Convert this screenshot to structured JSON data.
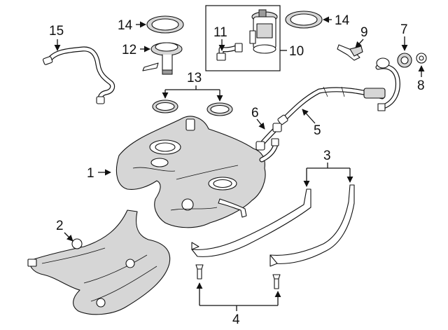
{
  "callouts": {
    "c1": "1",
    "c2": "2",
    "c3": "3",
    "c4": "4",
    "c5": "5",
    "c6": "6",
    "c7": "7",
    "c8": "8",
    "c9": "9",
    "c10": "10",
    "c11": "11",
    "c12": "12",
    "c13": "13",
    "c14a": "14",
    "c14b": "14",
    "c15": "15"
  },
  "colors": {
    "line": "#111111",
    "shade": "#d6d6d6",
    "background": "#ffffff"
  }
}
